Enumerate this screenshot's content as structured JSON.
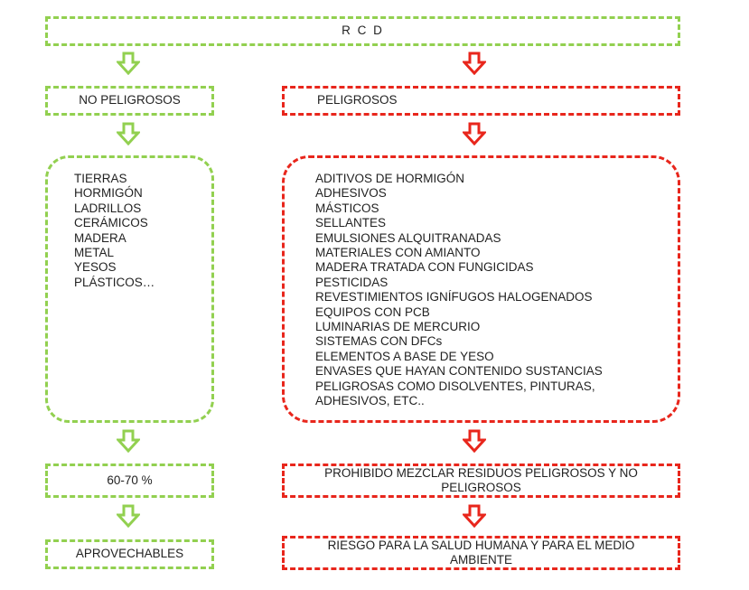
{
  "rcd": "R C D",
  "left": {
    "title": "NO PELIGROSOS",
    "items": [
      "TIERRAS",
      "HORMIGÓN",
      "LADRILLOS",
      "CERÁMICOS",
      "MADERA",
      "METAL",
      "YESOS",
      "PLÁSTICOS…"
    ],
    "percent": "60-70 %",
    "result": "APROVECHABLES"
  },
  "right": {
    "title": "PELIGROSOS",
    "items": [
      "ADITIVOS DE HORMIGÓN",
      "ADHESIVOS",
      "MÁSTICOS",
      "SELLANTES",
      "EMULSIONES ALQUITRANADAS",
      "MATERIALES CON AMIANTO",
      "MADERA TRATADA CON FUNGICIDAS",
      "PESTICIDAS",
      "REVESTIMIENTOS IGNÍFUGOS HALOGENADOS",
      "EQUIPOS CON PCB",
      "LUMINARIAS DE MERCURIO",
      "SISTEMAS CON DFCs",
      "ELEMENTOS A BASE DE YESO",
      "ENVASES  QUE HAYAN CONTENIDO SUSTANCIAS",
      "PELIGROSAS COMO DISOLVENTES, PINTURAS,",
      "ADHESIVOS, ETC.."
    ],
    "warning": "PROHIBIDO MEZCLAR RESIDUOS PELIGROSOS Y NO PELIGROSOS",
    "risk": "RIESGO PARA LA SALUD HUMANA Y PARA EL MEDIO AMBIENTE"
  },
  "colors": {
    "safe": "#92d050",
    "hazard": "#e8261c"
  }
}
